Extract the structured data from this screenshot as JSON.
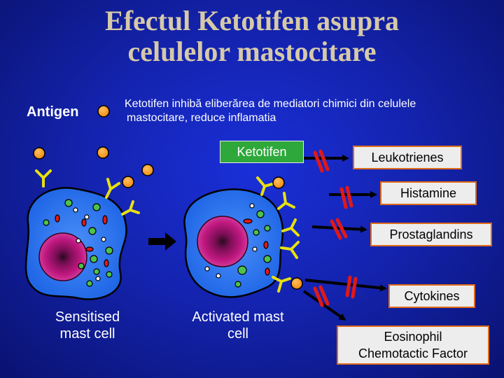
{
  "slide": {
    "title_line1": "Efectul Ketotifen asupra",
    "title_line2": "celulelor mastocitare",
    "antigen_label": "Antigen",
    "subtitle_line1": "Ketotifen inhibă eliberărea de mediatori chimici din  celulele",
    "subtitle_line2": "mastocitare, reduce inflamatia",
    "ketotifen_label": "Ketotifen",
    "mediators": {
      "leukotrienes": "Leukotrienes",
      "histamine": "Histamine",
      "prostaglandins": "Prostaglandins",
      "cytokines": "Cytokines",
      "eosinophil_line1": "Eosinophil",
      "eosinophil_line2": "Chemotactic Factor"
    },
    "cell_labels": {
      "sensitised_line1": "Sensitised",
      "sensitised_line2": "mast cell",
      "activated_line1": "Activated mast",
      "activated_line2": "cell"
    },
    "colors": {
      "background": "#1424b0",
      "title": "#d6c9a8",
      "cell": "#2a78f0",
      "nucleus": "#c01880",
      "antigen": "#f08c10",
      "receptor": "#e8e010",
      "granule_green": "#4ec24a",
      "granule_red": "#e01818",
      "inhibition_bar": "#e01818",
      "ketotifen_box": "#2ea83a",
      "mediator_border": "#e06a1a"
    }
  }
}
